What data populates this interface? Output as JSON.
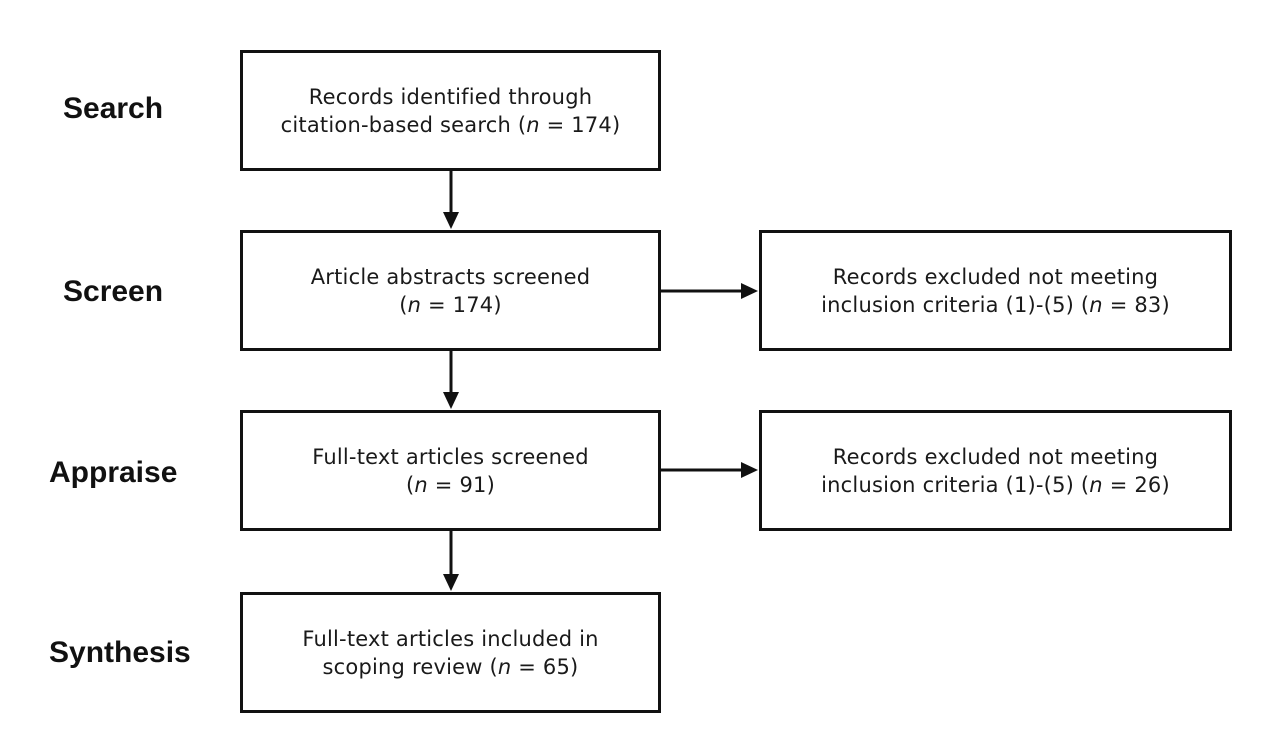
{
  "stages": {
    "search": "Search",
    "screen": "Screen",
    "appraise": "Appraise",
    "synthesis": "Synthesis"
  },
  "boxes": {
    "identified": {
      "line1": "Records identified through",
      "line2_pre": "citation-based search (",
      "n": "n",
      "line2_post": " = 174)"
    },
    "abstracts": {
      "line1": "Article abstracts screened",
      "line2_pre": "(",
      "n": "n",
      "line2_post": " = 174)"
    },
    "excluded_abstracts": {
      "line1": "Records excluded not meeting",
      "line2_pre": "inclusion criteria (1)-(5) (",
      "n": "n",
      "line2_post": " = 83)"
    },
    "fulltext": {
      "line1": "Full-text articles screened",
      "line2_pre": "(",
      "n": "n",
      "line2_post": " = 91)"
    },
    "excluded_fulltext": {
      "line1": "Records excluded not meeting",
      "line2_pre": "inclusion criteria (1)-(5) (",
      "n": "n",
      "line2_post": " = 26)"
    },
    "included": {
      "line1": "Full-text articles included in",
      "line2_pre": "scoping review (",
      "n": "n",
      "line2_post": " = 65)"
    }
  }
}
